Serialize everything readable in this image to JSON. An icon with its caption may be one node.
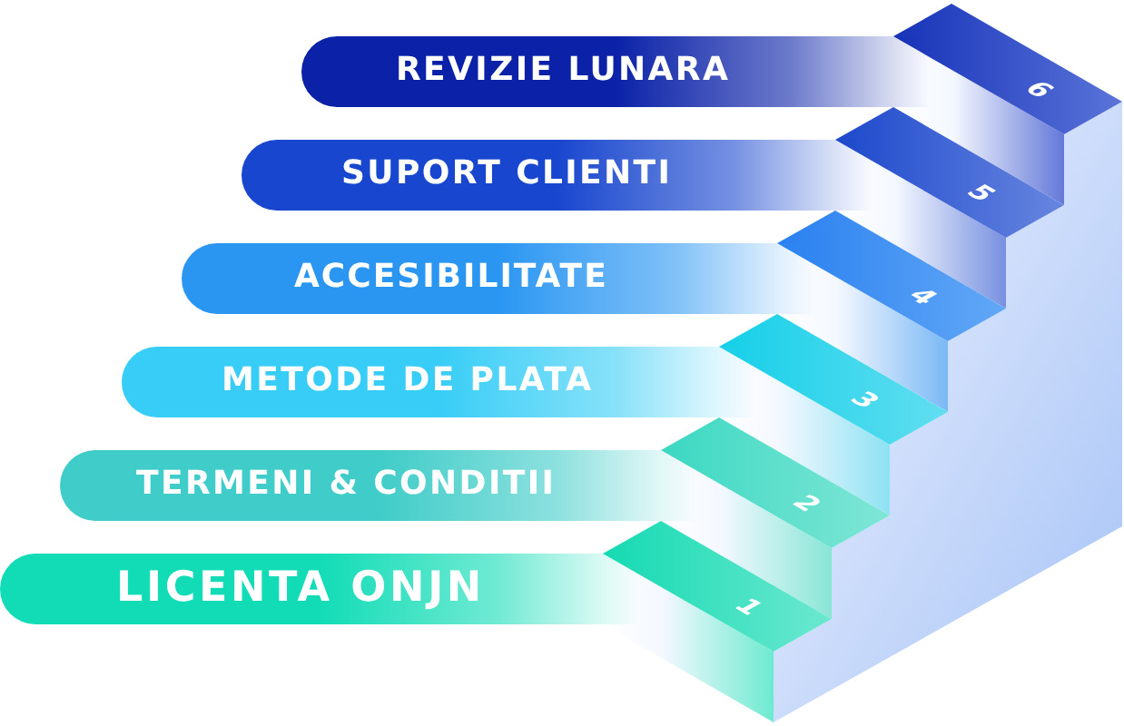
{
  "diagram": {
    "nodes": [
      {
        "text": [
          "REVIZIE LUNARA"
        ],
        "beside": [
          "6"
        ]
      },
      {
        "text": [
          "SUPORT CLIENTI"
        ],
        "beside": [
          "5"
        ]
      },
      {
        "text": [
          "ACCESIBILITATE"
        ],
        "beside": [
          "4"
        ]
      },
      {
        "text": [
          "METODE DE PLATA"
        ],
        "beside": [
          "3"
        ]
      },
      {
        "text": [
          "TERMENI & CONDITII"
        ],
        "beside": [
          "2"
        ]
      },
      {
        "text": [
          "LICENTA ONJN"
        ],
        "beside": [
          "1"
        ]
      }
    ]
  }
}
